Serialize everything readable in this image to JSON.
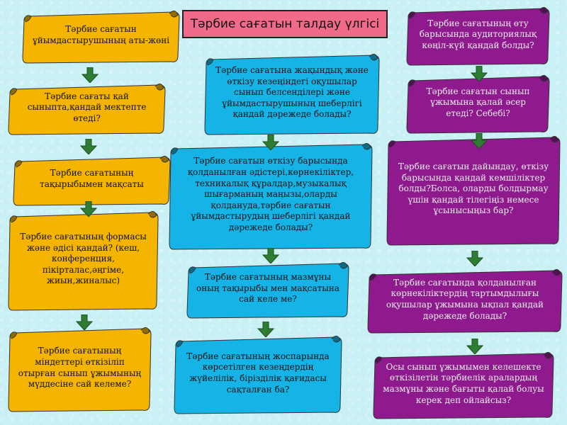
{
  "title": "Тәрбие сағатын талдау үлгісі",
  "colors": {
    "yellow": "#f4b400",
    "blue": "#16b3e6",
    "purple": "#8e1a8e",
    "arrow": "#2e7d32",
    "title_bg": "#f06a8a"
  },
  "left_column": [
    "Тәрбие сағатын ұйымдастырушының аты-жөні",
    "Тәрбие сағаты қай сыныпта,қандай мектепте өтеді?",
    "Тәрбие сағатының тақырыбымен мақсаты",
    "Тәрбие сағатының формасы және әдісі қандай? (кеш, конференция, пікірталас,әңгіме, жиын,жиналыс)",
    "Тәрбие сағатының міндеттері өткізіліп отырған сынып ұжымының мүддесіне сай келеме?"
  ],
  "middle_column": [
    "Тәрбие сағатына жақындық және өткізу кезеңіндегі оқушылар сынып белсенділері және ұйымдастырушының шеберлігі қандай дәрежеде болады?",
    "Тәрбие сағатын өткізу барысында қолданылған әдістері,көрнекіліктер, техникалық құралдар,музыкалық шығарманың маңызы,оларды қолдануда,тәрбие сағатын ұйымдастырудың шеберлігі қандай дәрежеде болады?",
    "Тәрбие сағатының мазмұны оның тақырыбы мен мақсатына сай келе ме?",
    "Тәрбие сағатының жоспарында көрсетілген кезеңдердің жүйелілік, бірізділік қағидасы сақталған ба?"
  ],
  "right_column": [
    "Тәрбие сағатының өту барысында аудиториялық көңіл-күй қандай болды?",
    "Тәрбие сағатын сынып ұжымына қалай әсер етеді? Себебі?",
    "Тәрбие сағатын дайындау, өткізу барысында қандай кемшіліктер болды?Болса, оларды болдырмау үшін қандай тілегіңіз немесе ұсынысыңыз бар?",
    "Тәрбие сағатында қолданылған көрнекіліктердің тартымдылығы оқушылар ұжымына ықпал қандай дәрежеде болады?",
    "Осы сынып ұжымымен келешекте өткізілетін тәрбиелік аралардың мазмұны және бағыты қалай болуы керек деп ойлайсыз?"
  ]
}
